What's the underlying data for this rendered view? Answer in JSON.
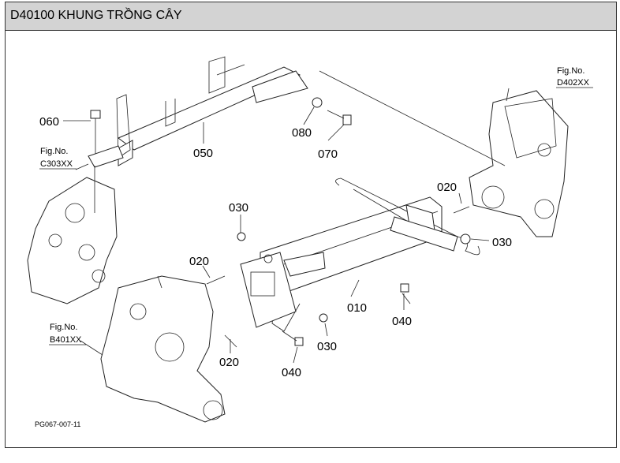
{
  "header": {
    "title": "D40100 KHUNG TRỒNG CÂY"
  },
  "figure_refs": {
    "d402": {
      "label": "Fig.No.",
      "code": "D402XX"
    },
    "c303": {
      "label": "Fig.No.",
      "code": "C303XX"
    },
    "b401": {
      "label": "Fig.No.",
      "code": "B401XX"
    }
  },
  "callouts": {
    "p060": "060",
    "p050": "050",
    "p080": "080",
    "p070": "070",
    "p020_right": "020",
    "p030_top": "030",
    "p030_right": "030",
    "p020_left": "020",
    "p010": "010",
    "p040_right": "040",
    "p020_bottom": "020",
    "p030_bottom": "030",
    "p040_bottom": "040"
  },
  "footer": {
    "drawing_code": "PG067-007-11"
  }
}
